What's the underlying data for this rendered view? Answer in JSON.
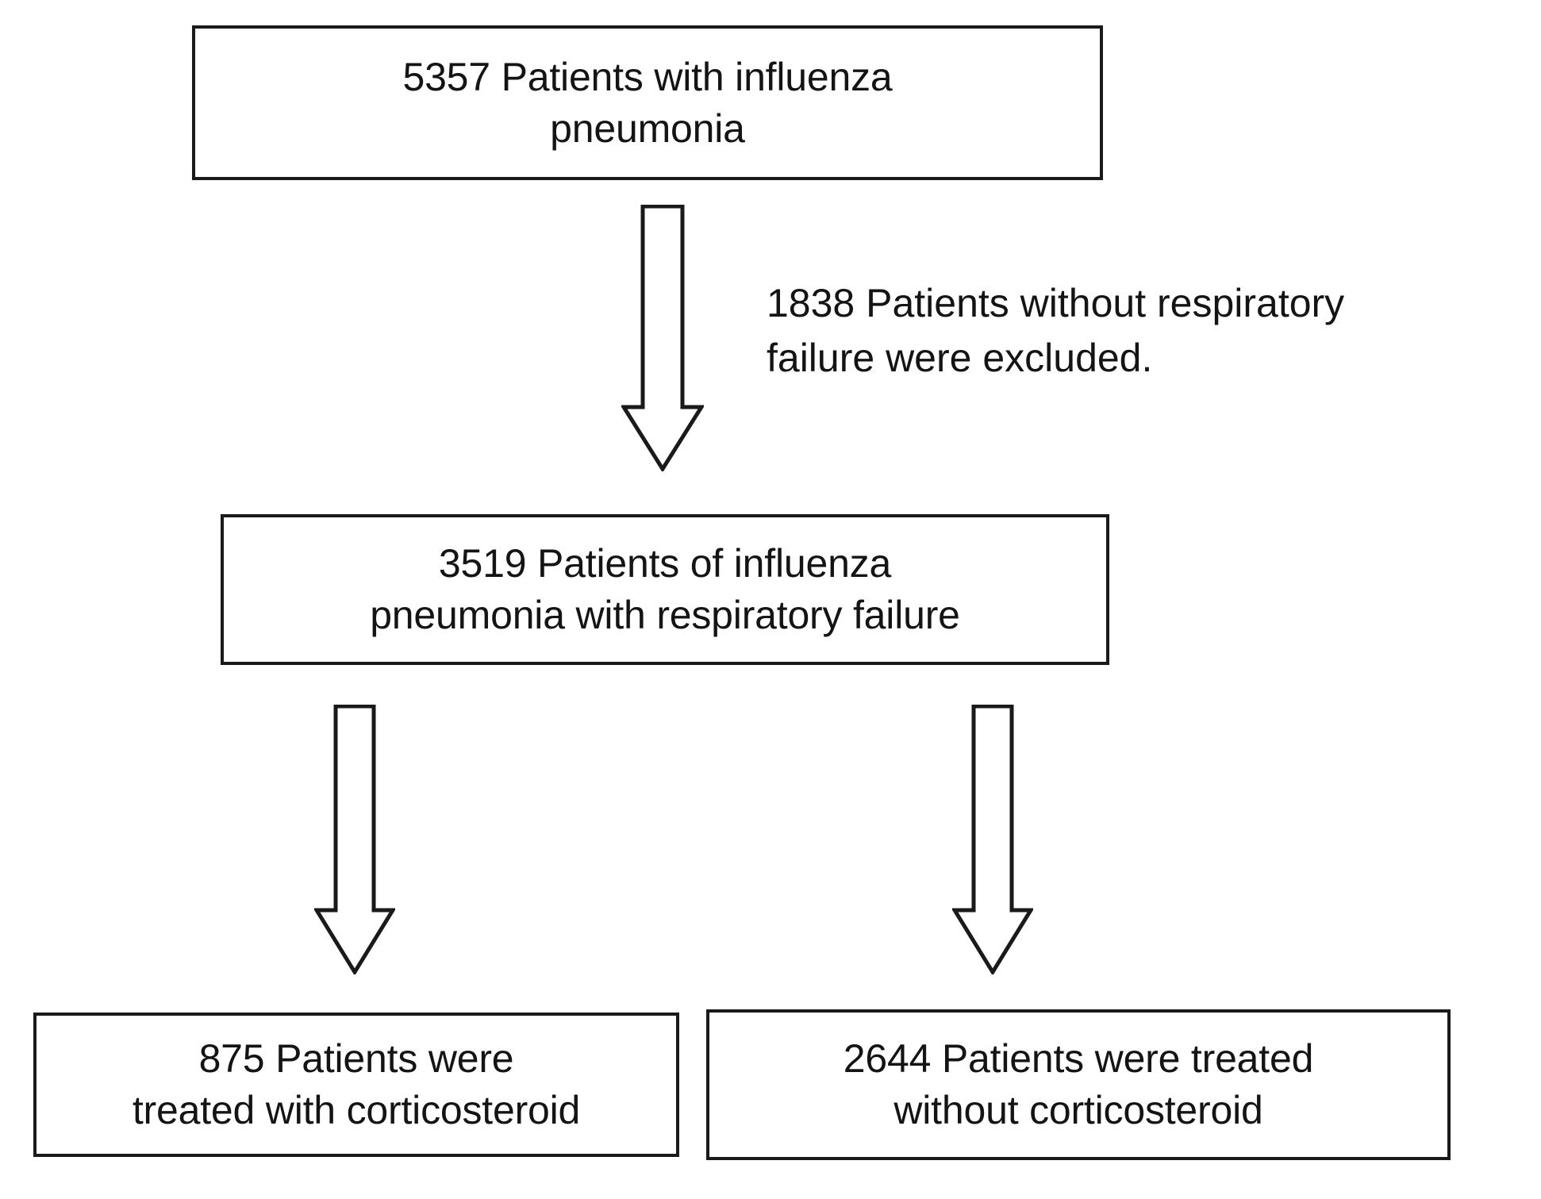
{
  "diagram": {
    "type": "patient-flow-chart",
    "title": "",
    "background_color": "#ffffff",
    "stroke_color": "#1a1a1a",
    "text_color": "#141414",
    "nodes": [
      {
        "id": "cohort-initial",
        "count": 5357,
        "label": "5357 Patients with influenza\npneumonia"
      },
      {
        "id": "cohort-respfail",
        "count": 3519,
        "label": "3519 Patients of influenza\npneumonia with respiratory failure"
      },
      {
        "id": "arm-steroid",
        "count": 875,
        "label": "875 Patients were\ntreated with corticosteroid"
      },
      {
        "id": "arm-nosteroid",
        "count": 2644,
        "label": "2644 Patients were treated\nwithout corticosteroid"
      }
    ],
    "annotations": [
      {
        "id": "exclusion-note",
        "count": 1838,
        "label": "1838 Patients without respiratory\nfailure were excluded."
      }
    ],
    "edges": [
      {
        "id": "initial-to-respfail",
        "from": "cohort-initial",
        "to": "cohort-respfail",
        "style": "hollow-block-arrow-down"
      },
      {
        "id": "respfail-to-steroid",
        "from": "cohort-respfail",
        "to": "arm-steroid",
        "style": "hollow-block-arrow-down"
      },
      {
        "id": "respfail-to-nosteroid",
        "from": "cohort-respfail",
        "to": "arm-nosteroid",
        "style": "hollow-block-arrow-down"
      }
    ]
  }
}
